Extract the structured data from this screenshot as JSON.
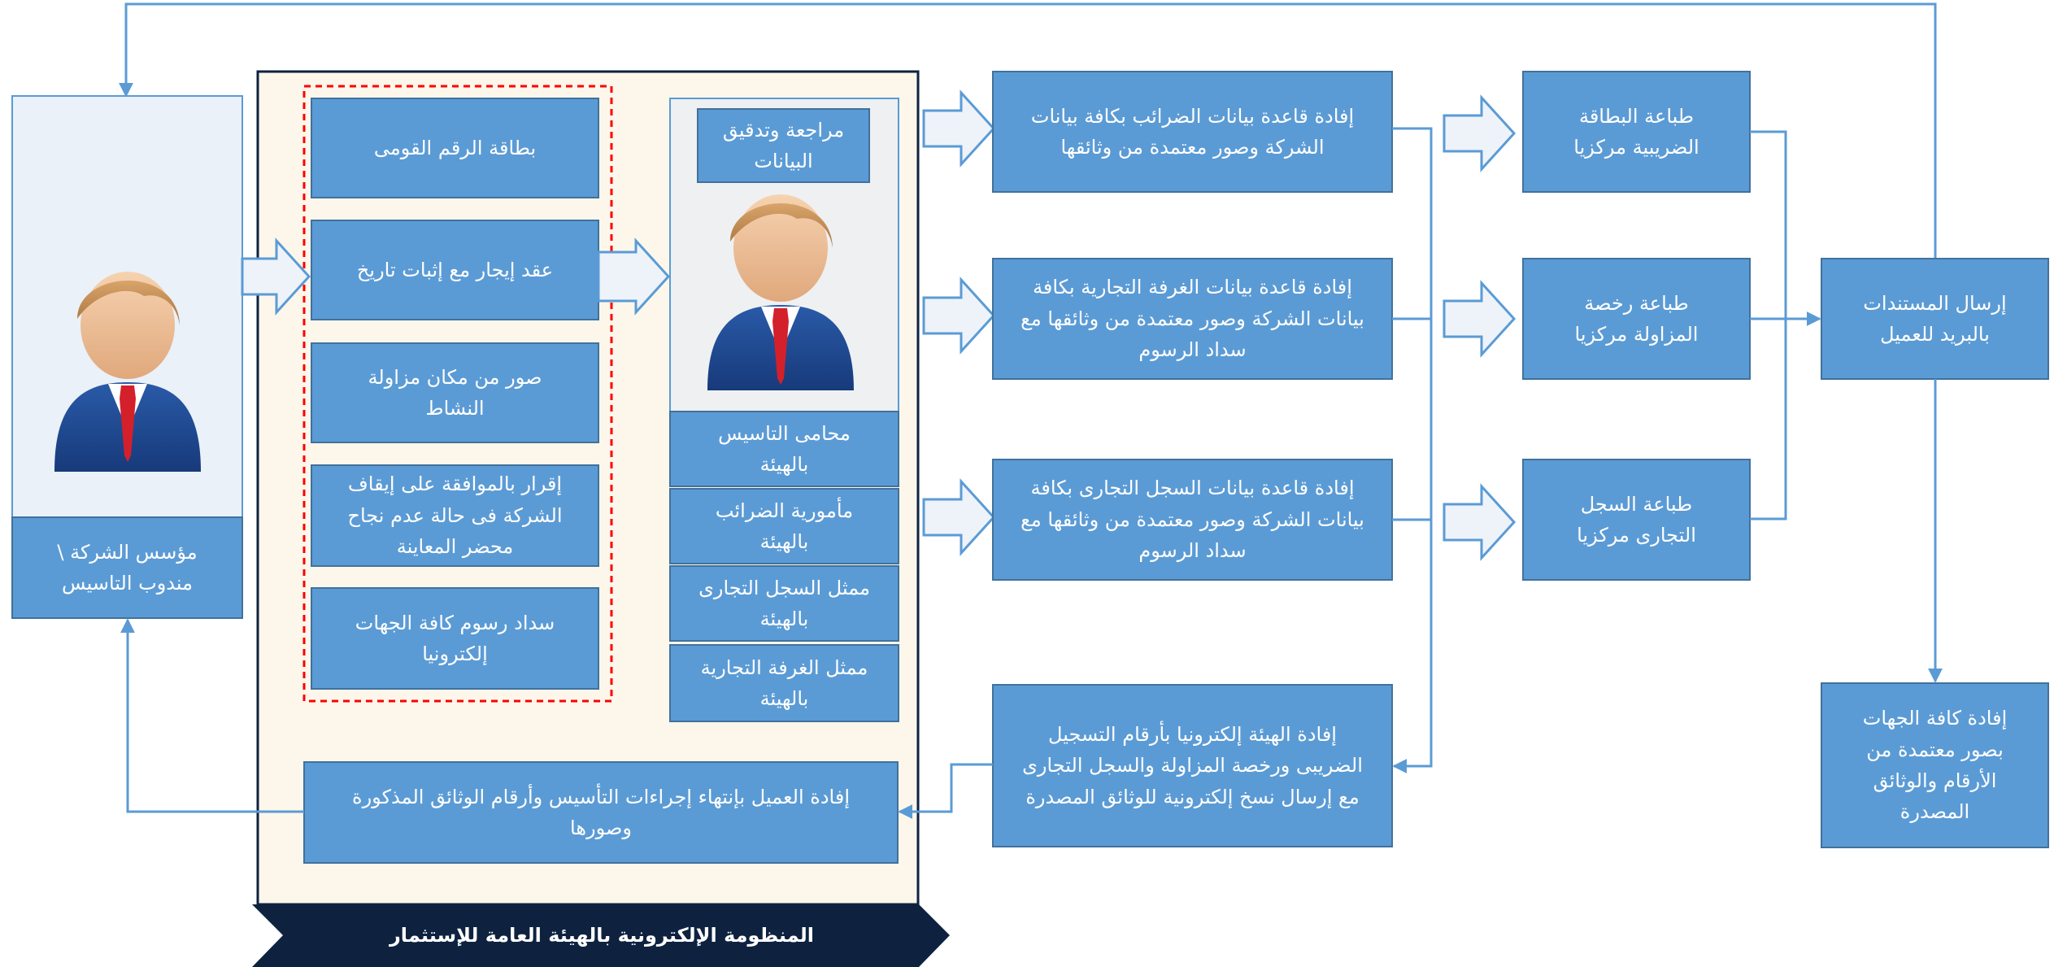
{
  "colors": {
    "box_fill": "#5b9bd5",
    "box_border": "#41719c",
    "panel_fill": "#fcf7ea",
    "panel_border": "#0e2240",
    "banner_fill": "#0e2240",
    "dashed_border": "#ff0000",
    "person_panel_fill": "#eaf1f8"
  },
  "icons": {
    "person": "businessman-icon",
    "arrow": "block-arrow-right"
  },
  "founder": {
    "label": "مؤسس الشركة \\ مندوب التاسيس"
  },
  "documents": [
    {
      "label": "بطاقة الرقم القومى"
    },
    {
      "label": "عقد إيجار مع إثبات تاريخ"
    },
    {
      "label": "صور من مكان مزاولة النشاط"
    },
    {
      "label": "إقرار بالموافقة على إيقاف الشركة فى حالة عدم نجاح محضر المعاينة"
    },
    {
      "label": "سداد رسوم كافة الجهات إلكترونيا"
    }
  ],
  "review": {
    "title": "مراجعة وتدقيق البيانات",
    "representatives": [
      {
        "label": "محامى التاسيس بالهيئة"
      },
      {
        "label": "مأمورية الضرائب بالهيئة"
      },
      {
        "label": "ممثل السجل التجارى بالهيئة"
      },
      {
        "label": "ممثل الغرفة التجارية بالهيئة"
      }
    ]
  },
  "notify_client": {
    "label": "إفادة العميل بإنتهاء إجراءات التأسيس وأرقام الوثائق المذكورة وصورها"
  },
  "system_banner": {
    "label": "المنظومة الإلكترونية بالهيئة العامة للإستثمار"
  },
  "databases": [
    {
      "label": "إفادة قاعدة بيانات الضرائب بكافة بيانات الشركة وصور معتمدة من وثائقها"
    },
    {
      "label": "إفادة قاعدة بيانات الغرفة التجارية بكافة بيانات الشركة وصور معتمدة من وثائقها مع سداد الرسوم"
    },
    {
      "label": "إفادة قاعدة بيانات السجل التجارى بكافة بيانات الشركة وصور معتمدة من وثائقها مع سداد الرسوم"
    }
  ],
  "authority_feedback": {
    "label": "إفادة الهيئة إلكترونيا بأرقام التسجيل الضريبى ورخصة المزاولة والسجل التجارى مع إرسال نسخ إلكترونية للوثائق المصدرة"
  },
  "printing": [
    {
      "label": "طباعة البطاقة الضريبية مركزيا"
    },
    {
      "label": "طباعة رخصة المزاولة مركزيا"
    },
    {
      "label": "طباعة السجل التجارى مركزيا"
    }
  ],
  "send_docs": {
    "label": "إرسال المستندات بالبريد للعميل"
  },
  "notify_all": {
    "label": "إفادة كافة الجهات بصور معتمدة من الأرقام والوثائق المصدرة"
  }
}
